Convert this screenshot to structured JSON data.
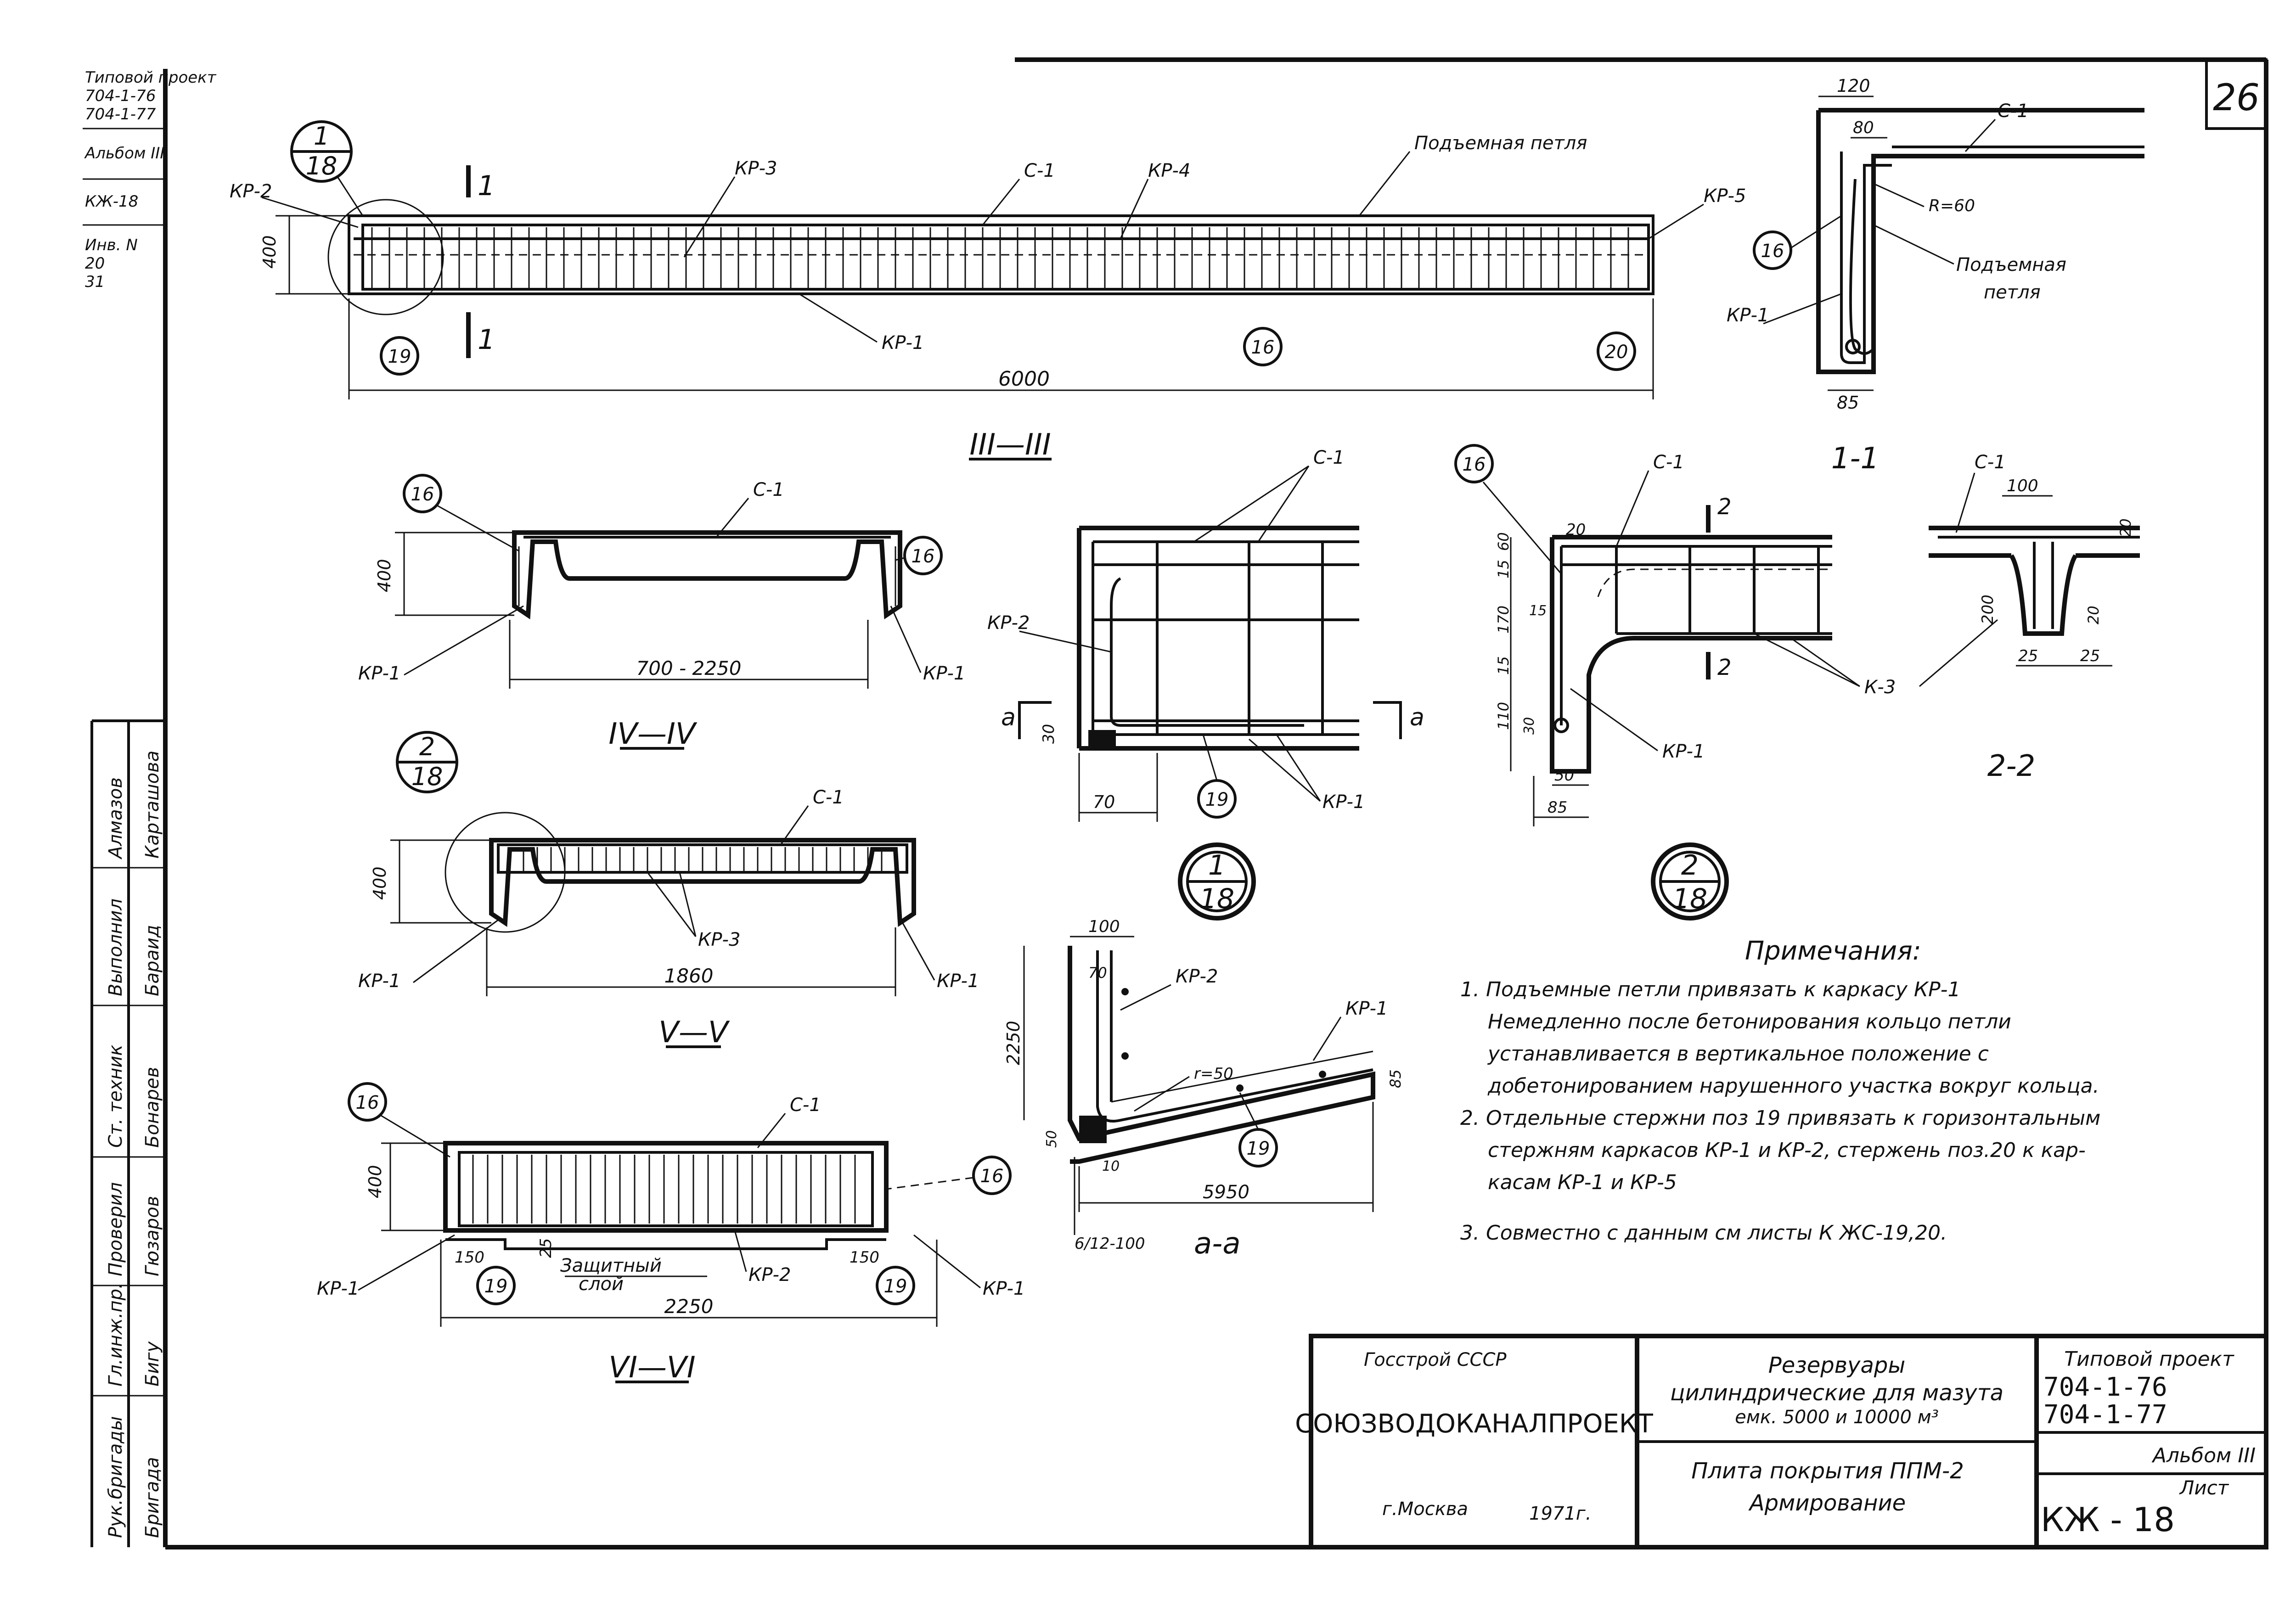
{
  "sheet_number": "26",
  "left_strip": {
    "top_lines": [
      "Типовой проект",
      "704-1-76",
      "704-1-77",
      "Альбом III",
      "КЖ-18",
      "Инв. N",
      "20",
      "31"
    ],
    "sig_rows": [
      {
        "role": "Рук.бригады",
        "name": "Бригада"
      },
      {
        "role": "Гл.инж.пр.",
        "name": "Бигу"
      },
      {
        "role": "Проверил",
        "name": "Гюзаров"
      },
      {
        "role": "Ст. техник",
        "name": "Бонарев"
      },
      {
        "role": "Выполнил",
        "name": "Бараид"
      },
      {
        "role": "Алмазов",
        "name": "Карташова"
      }
    ]
  },
  "view_3": {
    "title": "III—III",
    "labels": {
      "kr2": "КР-2",
      "kr3": "КР-3",
      "c1": "С-1",
      "kr4": "КР-4",
      "loop": "Подъемная петля",
      "kr5": "КР-5",
      "kr1": "КР-1",
      "cut": "1",
      "h400": "400",
      "span": "6000"
    },
    "callout": {
      "top": "1",
      "bottom": "18"
    },
    "marks": [
      "19",
      "16",
      "20"
    ]
  },
  "view_1_1": {
    "title": "1-1",
    "dims": [
      "120",
      "80",
      "R=60",
      "85"
    ],
    "labels": {
      "c1": "С-1",
      "loop": "Подъемная",
      "loop2": "петля",
      "kr1": "КР-1"
    },
    "mark": "16"
  },
  "view_4": {
    "title": "IV—IV",
    "labels": {
      "c1": "С-1",
      "kr1_l": "КР-1",
      "kr1_r": "КР-1",
      "h400": "400",
      "span": "700 - 2250"
    },
    "marks": [
      "16",
      "16"
    ]
  },
  "view_5": {
    "title": "V—V",
    "labels": {
      "c1": "С-1",
      "kr3": "КР-3",
      "kr1_l": "КР-1",
      "kr1_r": "КР-1",
      "h400": "400",
      "span": "1860"
    },
    "callout": {
      "top": "2",
      "bottom": "18"
    }
  },
  "view_6": {
    "title": "VI—VI",
    "labels": {
      "c1": "С-1",
      "kr2": "КР-2",
      "kr1_l": "КР-1",
      "kr1_r": "КР-1",
      "layer": "Защитный",
      "layer2": "слой",
      "h400": "400",
      "d25": "25",
      "d150l": "150",
      "d150r": "150",
      "span": "2250"
    },
    "marks": [
      "16",
      "16",
      "19",
      "19"
    ]
  },
  "detail_1": {
    "labels": {
      "c1": "С-1",
      "kr2": "КР-2",
      "kr1": "КР-1",
      "a": "а",
      "a2": "а",
      "d30": "30",
      "d70": "70"
    },
    "mark": "19",
    "callout": {
      "top": "1",
      "bottom": "18"
    }
  },
  "detail_2": {
    "labels": {
      "c1": "С-1",
      "kr1": "КР-1",
      "k3": "К-3",
      "cut": "2"
    },
    "dims": [
      "20",
      "15",
      "60",
      "170",
      "15",
      "15",
      "110",
      "30",
      "50",
      "85"
    ],
    "mark": "16",
    "callout": {
      "top": "2",
      "bottom": "18"
    }
  },
  "view_2_2": {
    "title": "2-2",
    "dims": [
      "100",
      "20",
      "200",
      "20",
      "25",
      "25"
    ],
    "labels": {
      "c1": "С-1"
    }
  },
  "section_aa": {
    "title": "а-а",
    "dims": [
      "100",
      "70",
      "2250",
      "r=50",
      "85",
      "50",
      "10",
      "5950"
    ],
    "labels": {
      "kr2": "КР-2",
      "kr1": "КР-1",
      "rebar": "6/12-100"
    },
    "mark": "19"
  },
  "notes": {
    "heading": "Примечания:",
    "lines": [
      "1. Подъемные петли привязать  к каркасу КР-1",
      "Немедленно после  бетонирования  кольцо петли",
      "устанавливается в вертикальное  положение  с",
      "добетонированием нарушенного  участка вокруг кольца.",
      "2. Отдельные  стержни поз 19  привязать к горизонтальным",
      "стержням  каркасов  КР-1 и КР-2,  стержень поз.20 к кар-",
      "касам КР-1 и КР-5",
      "3. Совместно с данным  см   листы      К ЖС-19,20."
    ]
  },
  "title_block": {
    "org_top": "Госстрой СССР",
    "org": "СОЮЗВОДОКАНАЛПРОЕКТ",
    "city": "г.Москва",
    "year": "1971г.",
    "project_lines": [
      "Резервуары",
      "цилиндрические для мазута",
      "емк. 5000 и 10000 м³"
    ],
    "sheet_lines": [
      "Плита покрытия  ППМ-2",
      "Армирование"
    ],
    "type_label": "Типовой  проект",
    "code1": "704-1-76",
    "code2": "704-1-77",
    "album": "Альбом III",
    "list_label": "Лист",
    "list_code": "КЖ - 18"
  }
}
